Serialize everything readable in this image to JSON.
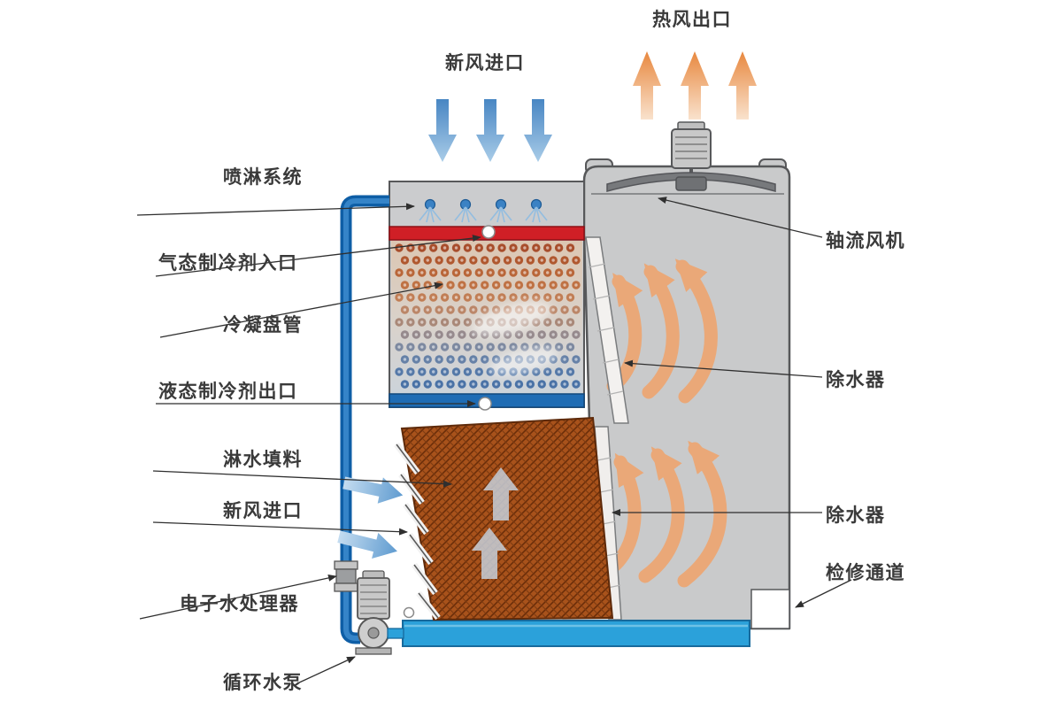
{
  "labels": {
    "hot_air_outlet": "热风出口",
    "fresh_air_inlet_top": "新风进口",
    "spray_system": "喷淋系统",
    "gas_refrigerant_inlet": "气态制冷剂入口",
    "condenser_coil": "冷凝盘管",
    "liquid_refrigerant_outlet": "液态制冷剂出口",
    "fill_packing": "淋水填料",
    "fresh_air_inlet_side": "新风进口",
    "electronic_water_treater": "电子水处理器",
    "circulation_pump": "循环水泵",
    "axial_fan": "轴流风机",
    "drift_eliminator_upper": "除水器",
    "drift_eliminator_lower": "除水器",
    "service_access": "检修通道"
  },
  "colors": {
    "refrigerant_red": "#d01f26",
    "header_blue": "#1f6cb4",
    "pipe_blue": "#0e5ea6",
    "basin_blue": "#2ba1da",
    "tower_gray": "#c9cacb",
    "fill_brown": "#a8521b",
    "hot_air_orange": "#e8883f",
    "cool_air_blue": "#4886c3",
    "label_text": "#3a3a3a"
  },
  "coil_texture": {
    "rows": 12,
    "cols": 16,
    "row_colors": [
      "#a84e2c",
      "#b0582f",
      "#b96639",
      "#bf7244",
      "#c17e55",
      "#bb8668",
      "#a98878",
      "#968a8d",
      "#7d89a0",
      "#6681a7",
      "#5579a8",
      "#4a72a6"
    ]
  }
}
